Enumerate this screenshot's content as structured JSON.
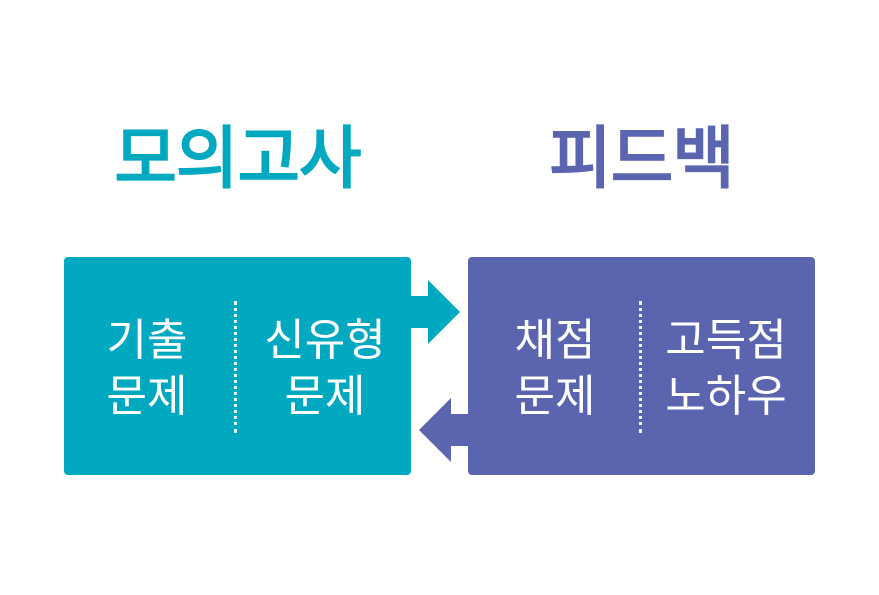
{
  "colors": {
    "teal": "#00a9c0",
    "purple": "#5b64ae",
    "text": "#ffffff"
  },
  "left": {
    "title": "모의고사",
    "cells": [
      {
        "line1": "기출",
        "line2": "문제"
      },
      {
        "line1": "신유형",
        "line2": "문제"
      }
    ]
  },
  "right": {
    "title": "피드백",
    "cells": [
      {
        "line1": "채점",
        "line2": "문제"
      },
      {
        "line1": "고득점",
        "line2": "노하우"
      }
    ]
  },
  "arrows": {
    "top": "right-arrow-icon",
    "bottom": "left-arrow-icon"
  }
}
